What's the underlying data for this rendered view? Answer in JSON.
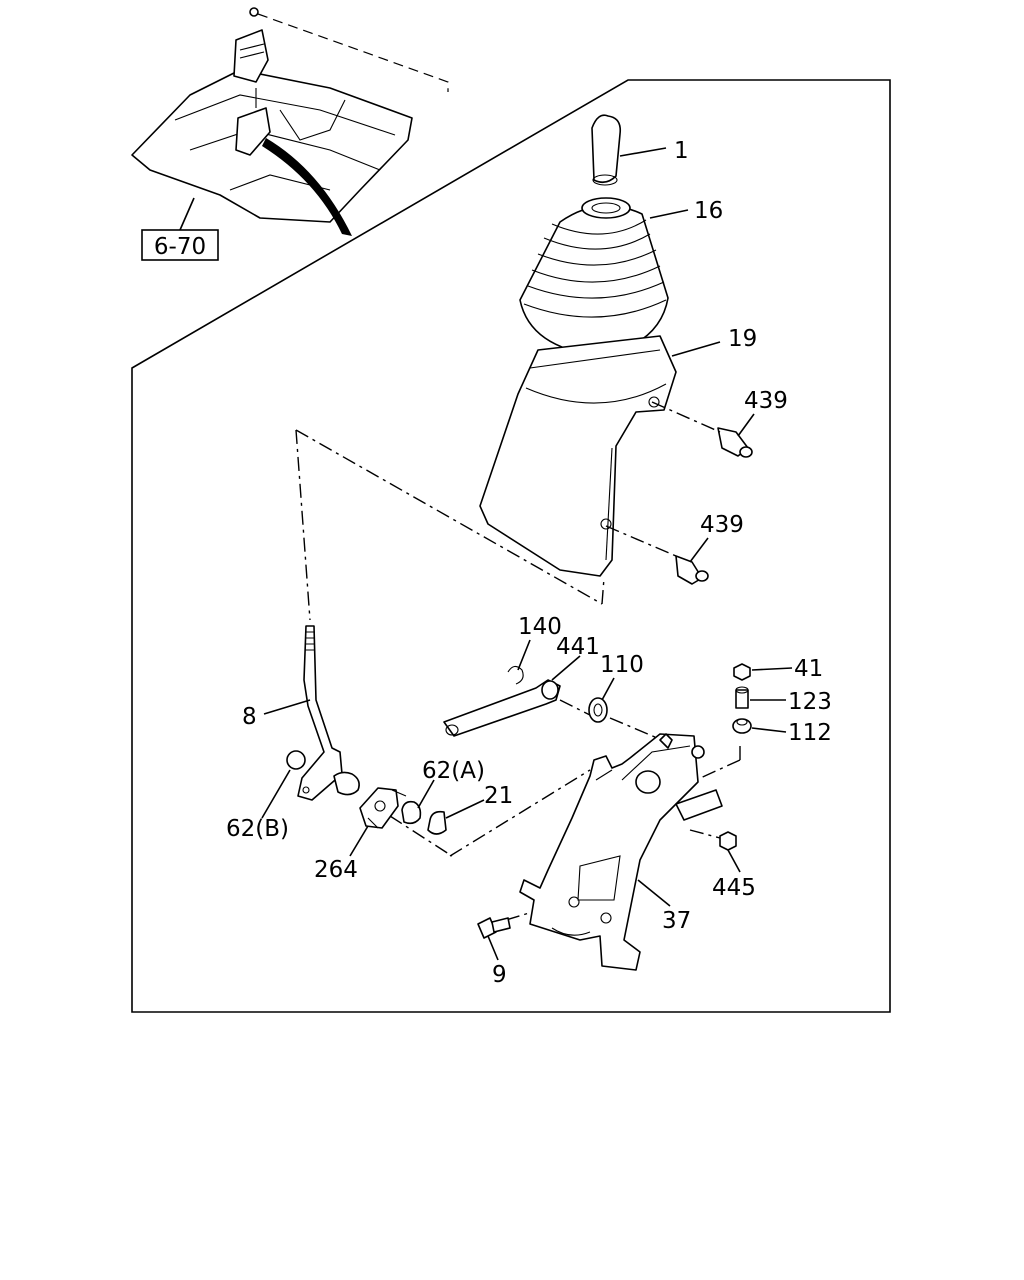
{
  "reference": {
    "label": "6-70"
  },
  "parts": [
    {
      "id": "1",
      "label": "1"
    },
    {
      "id": "16",
      "label": "16"
    },
    {
      "id": "19",
      "label": "19"
    },
    {
      "id": "439a",
      "label": "439"
    },
    {
      "id": "439b",
      "label": "439"
    },
    {
      "id": "140",
      "label": "140"
    },
    {
      "id": "441",
      "label": "441"
    },
    {
      "id": "110",
      "label": "110"
    },
    {
      "id": "41",
      "label": "41"
    },
    {
      "id": "123",
      "label": "123"
    },
    {
      "id": "112",
      "label": "112"
    },
    {
      "id": "8",
      "label": "8"
    },
    {
      "id": "62A",
      "label": "62(A)"
    },
    {
      "id": "21",
      "label": "21"
    },
    {
      "id": "62B",
      "label": "62(B)"
    },
    {
      "id": "264",
      "label": "264"
    },
    {
      "id": "445",
      "label": "445"
    },
    {
      "id": "37",
      "label": "37"
    },
    {
      "id": "9",
      "label": "9"
    }
  ]
}
